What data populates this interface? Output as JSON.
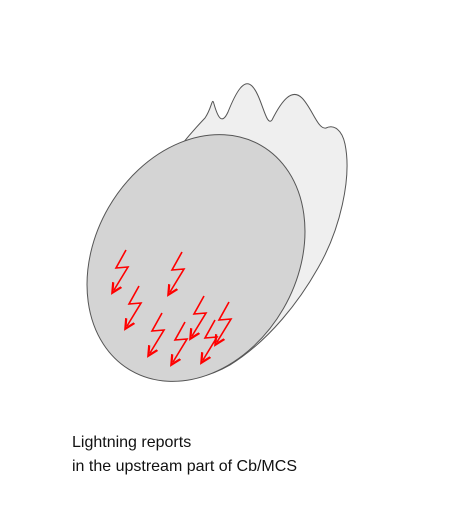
{
  "caption": {
    "line1": "Lightning reports",
    "line2": "in the upstream part of Cb/MCS"
  },
  "colors": {
    "anvil_fill": "#efefef",
    "anvil_stroke": "#555555",
    "core_fill": "#d4d4d4",
    "core_stroke": "#555555",
    "lightning": "#ff0000"
  },
  "lightning_count": 8
}
